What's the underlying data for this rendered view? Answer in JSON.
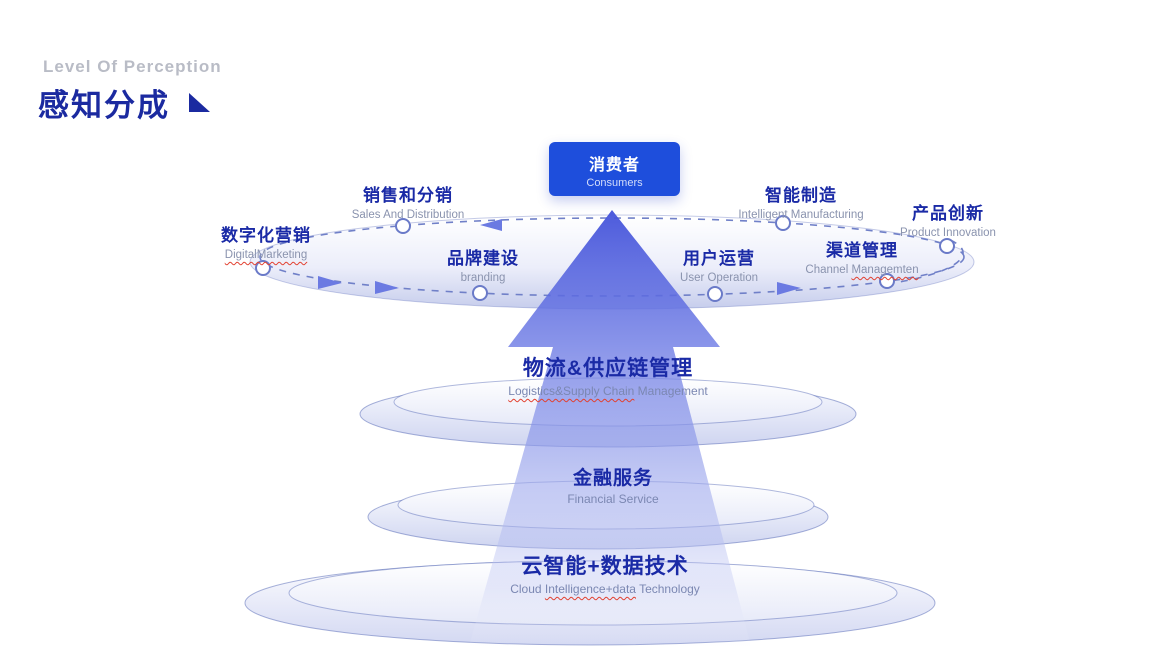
{
  "header": {
    "eyebrow": "Level Of Perception",
    "title": "感知分成"
  },
  "consumer_box": {
    "zh": "消费者",
    "en": "Consumers"
  },
  "ring_labels": [
    {
      "id": "digital-marketing",
      "zh": "数字化营销",
      "en_pre": "",
      "en_err": "DigitalMarketing",
      "en_post": ""
    },
    {
      "id": "sales-and-distribution",
      "zh": "销售和分销",
      "en_pre": "Sales And Distribution",
      "en_err": "",
      "en_post": ""
    },
    {
      "id": "branding",
      "zh": "品牌建设",
      "en_pre": "branding",
      "en_err": "",
      "en_post": ""
    },
    {
      "id": "user-operation",
      "zh": "用户运营",
      "en_pre": "User Operation",
      "en_err": "",
      "en_post": ""
    },
    {
      "id": "intelligent-manufacturing",
      "zh": "智能制造",
      "en_pre": "Intelligent Manufacturing",
      "en_err": "",
      "en_post": ""
    },
    {
      "id": "channel-management",
      "zh": "渠道管理",
      "en_pre": "Channel ",
      "en_err": "Managemten",
      "en_post": ""
    },
    {
      "id": "product-innovation",
      "zh": "产品创新",
      "en_pre": "Product Innovation",
      "en_err": "",
      "en_post": ""
    }
  ],
  "layers": [
    {
      "id": "logistics-supply-chain",
      "zh": "物流&供应链管理",
      "en_pre": "",
      "en_err": "Logistics&Supply Chain",
      "en_post": " Management"
    },
    {
      "id": "financial-service",
      "zh": "金融服务",
      "en_pre": "Financial Service",
      "en_err": "",
      "en_post": ""
    },
    {
      "id": "cloud-data-technology",
      "zh": "云智能+数据技术",
      "en_pre": "Cloud ",
      "en_err": "Intelligence+data",
      "en_post": " Technology"
    }
  ],
  "colors": {
    "accent_blue": "#1e4edc",
    "title_blue": "#1b2aa0",
    "label_zh": "#1a2aa6",
    "label_en": "#8a93ae",
    "beam_top": "#4352da",
    "ring_fill_bottom": "#c6cdec",
    "dash_stroke": "#7080c8",
    "spellcheck_red": "#e2402f"
  },
  "icons": {
    "title_marker": "solid-triangle",
    "ring_nodes": "circle-node",
    "ring_arrows": "flow-arrowhead"
  }
}
